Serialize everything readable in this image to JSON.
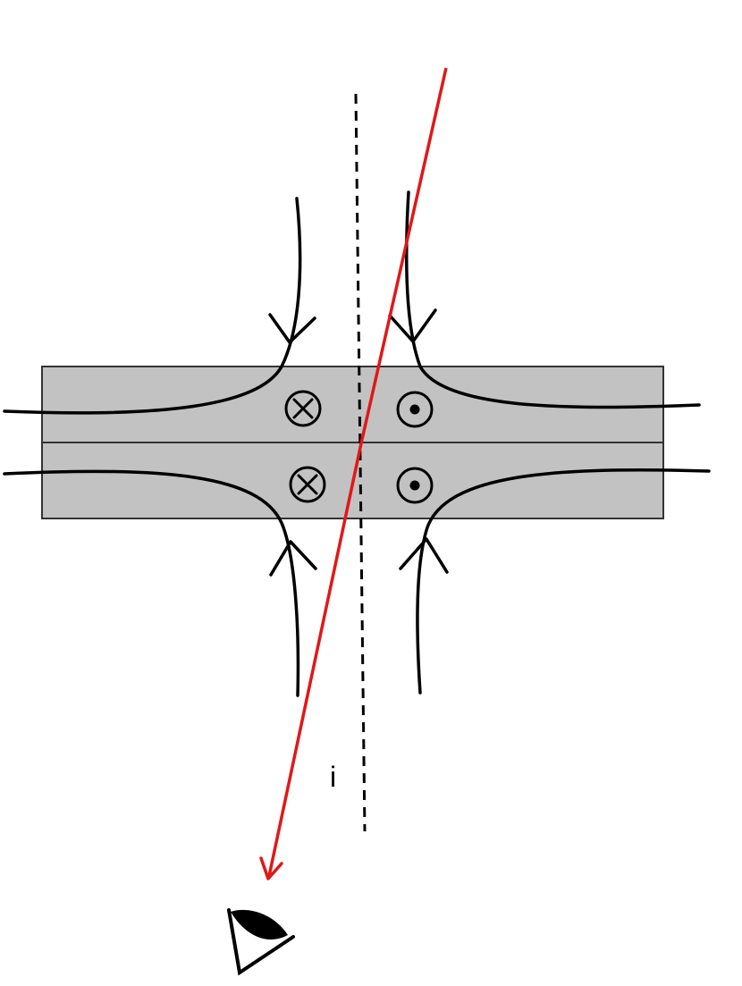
{
  "diagram": {
    "angle_label": "i",
    "colors": {
      "slab_fill": "#c2c2c2",
      "slab_border": "#333333",
      "field_lines": "#000000",
      "light_ray": "#e01818"
    },
    "symbols": {
      "into_page": "cross-in-circle",
      "out_of_page": "dot-in-circle"
    },
    "observer_icon": "eye-icon"
  }
}
